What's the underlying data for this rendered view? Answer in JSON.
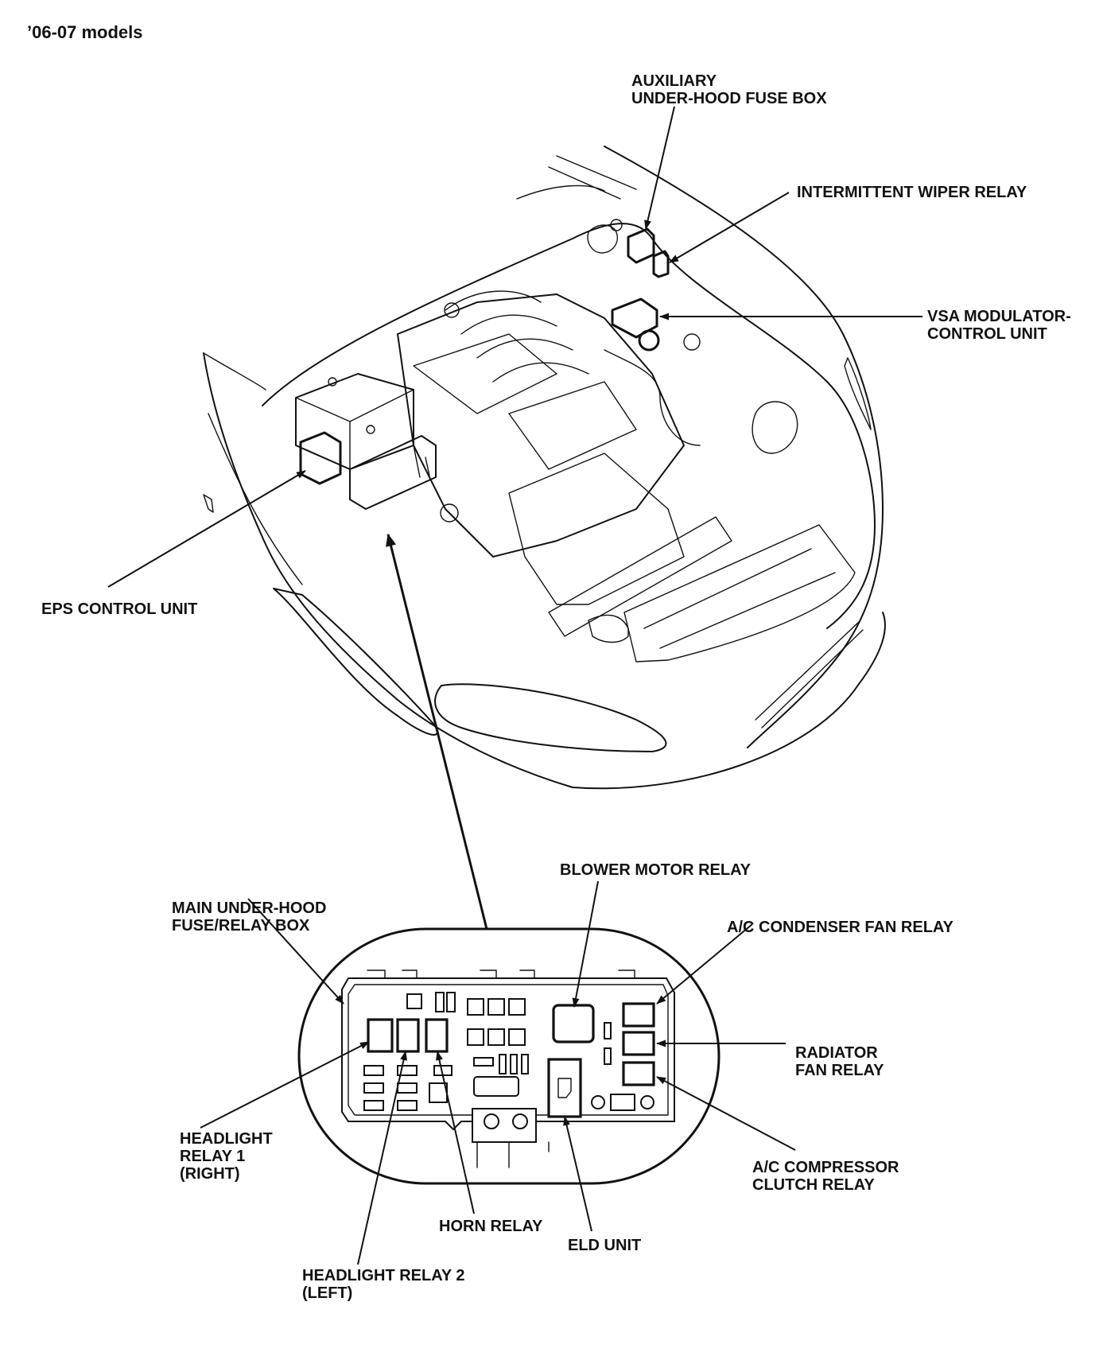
{
  "title": "’06-07 models",
  "colors": {
    "ink": "#111111",
    "paper": "#ffffff"
  },
  "labels": {
    "aux_box": [
      "AUXILIARY",
      "UNDER-HOOD FUSE BOX"
    ],
    "wiper_relay": [
      "INTERMITTENT WIPER RELAY"
    ],
    "vsa": [
      "VSA MODULATOR-",
      "CONTROL UNIT"
    ],
    "eps": [
      "EPS CONTROL UNIT"
    ],
    "main_box": [
      "MAIN UNDER-HOOD",
      "FUSE/RELAY BOX"
    ],
    "blower": [
      "BLOWER MOTOR RELAY"
    ],
    "ac_condenser": [
      "A/C CONDENSER FAN RELAY"
    ],
    "radiator": [
      "RADIATOR",
      "FAN RELAY"
    ],
    "ac_compressor": [
      "A/C COMPRESSOR",
      "CLUTCH RELAY"
    ],
    "headlight1": [
      "HEADLIGHT",
      "RELAY 1",
      "(RIGHT)"
    ],
    "headlight2": [
      "HEADLIGHT RELAY 2",
      "(LEFT)"
    ],
    "horn": [
      "HORN RELAY"
    ],
    "eld": [
      "ELD UNIT"
    ]
  }
}
